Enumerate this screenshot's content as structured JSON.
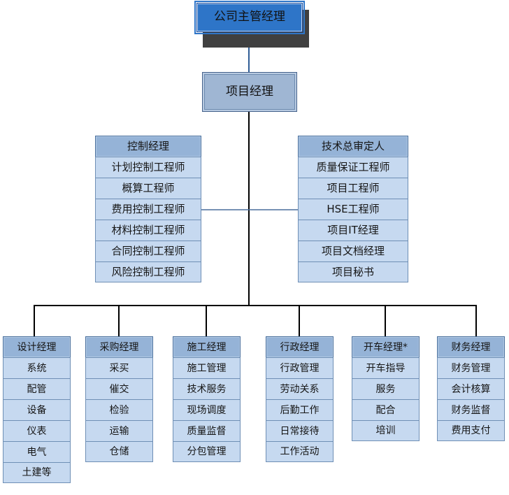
{
  "chart_title": "",
  "colors": {
    "exec_fill": "#2e75c8",
    "exec_shadow": "#404040",
    "manager_fill": "#9fb6d3",
    "header_fill": "#95b3d7",
    "cell_fill": "#c6d9f0",
    "border": "#6f8fb5",
    "connector": "#000000"
  },
  "org": {
    "executive": {
      "label": "公司主管经理"
    },
    "project_manager": {
      "label": "项目经理"
    },
    "mid_level": [
      {
        "key": "control",
        "head": "控制经理",
        "items": [
          "计划控制工程师",
          "概算工程师",
          "费用控制工程师",
          "材料控制工程师",
          "合同控制工程师",
          "风险控制工程师"
        ]
      },
      {
        "key": "technical",
        "head": "技术总审定人",
        "items": [
          "质量保证工程师",
          "项目工程师",
          "HSE工程师",
          "项目IT经理",
          "项目文档经理",
          "项目秘书"
        ]
      }
    ],
    "departments": [
      {
        "key": "design",
        "head": "设计经理",
        "items": [
          "系统",
          "配管",
          "设备",
          "仪表",
          "电气",
          "土建等"
        ]
      },
      {
        "key": "procurement",
        "head": "采购经理",
        "items": [
          "采买",
          "催交",
          "检验",
          "运输",
          "仓储"
        ]
      },
      {
        "key": "construction",
        "head": "施工经理",
        "items": [
          "施工管理",
          "技术服务",
          "现场调度",
          "质量监督",
          "分包管理"
        ]
      },
      {
        "key": "administration",
        "head": "行政经理",
        "items": [
          "行政管理",
          "劳动关系",
          "后勤工作",
          "日常接待",
          "工作活动"
        ]
      },
      {
        "key": "startup",
        "head": "开车经理*",
        "items": [
          "开车指导",
          "服务",
          "配合",
          "培训"
        ]
      },
      {
        "key": "finance",
        "head": "财务经理",
        "items": [
          "财务管理",
          "会计核算",
          "财务监督",
          "费用支付"
        ]
      }
    ]
  }
}
